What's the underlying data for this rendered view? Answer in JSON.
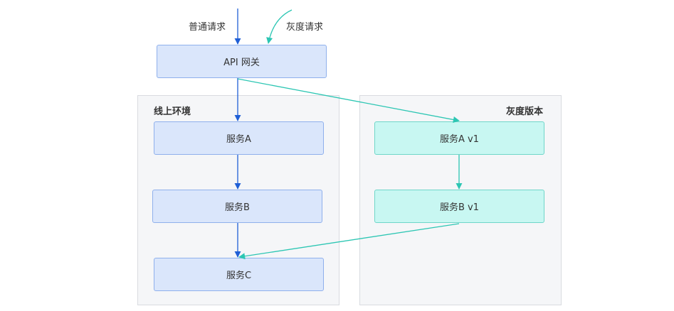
{
  "colors": {
    "blue_line": "#1f5fd6",
    "teal_line": "#2cc6b3",
    "blue_fill": "#dae6fb",
    "teal_fill": "#c8f7f2"
  },
  "labels": {
    "normal_request": "普通请求",
    "gray_request": "灰度请求"
  },
  "gateway": {
    "label": "API 网关"
  },
  "online_env": {
    "title": "线上环境",
    "service_a": "服务A",
    "service_b": "服务B",
    "service_c": "服务C"
  },
  "gray_env": {
    "title": "灰度版本",
    "service_a_v1": "服务A v1",
    "service_b_v1": "服务B v1"
  }
}
